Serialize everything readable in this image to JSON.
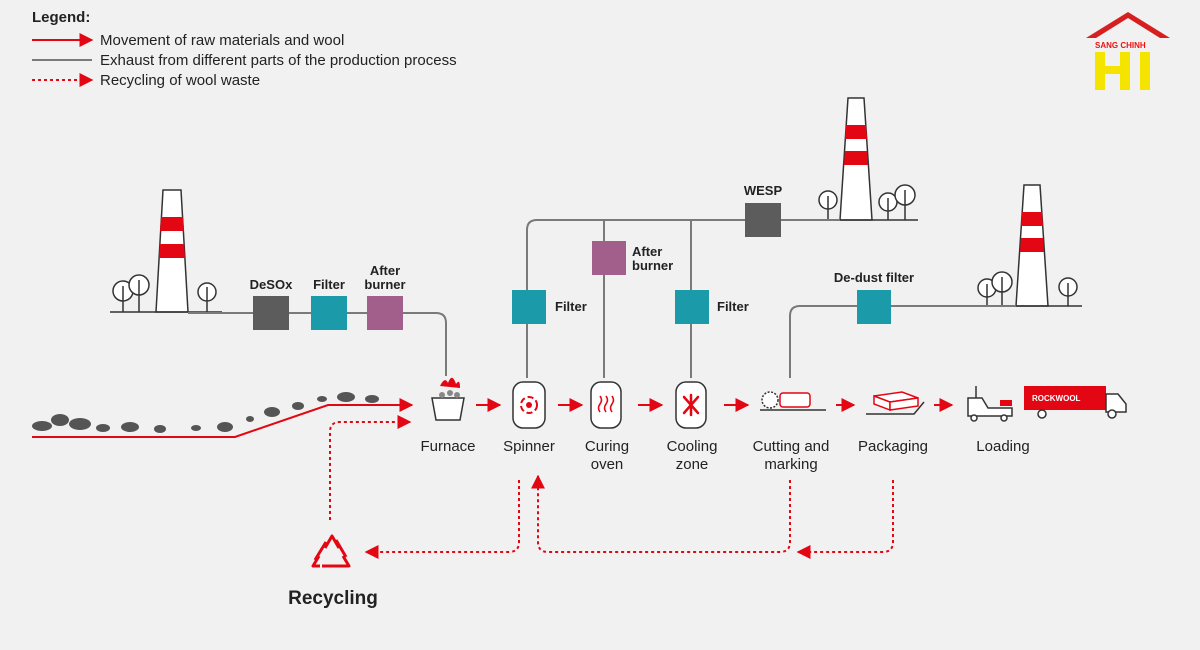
{
  "colors": {
    "red": "#e30613",
    "grey_line": "#7a7a7a",
    "teal": "#1b9aaa",
    "dark_grey_box": "#5c5c5c",
    "purple": "#a35f8c",
    "logo_yellow": "#f4e400"
  },
  "legend": {
    "title": "Legend:",
    "items": [
      {
        "label": "Movement of raw materials and wool",
        "style": "red-arrow"
      },
      {
        "label": "Exhaust from different parts of the production process",
        "style": "grey-line"
      },
      {
        "label": "Recycling of wool waste",
        "style": "red-dotted-arrow"
      }
    ]
  },
  "steps": {
    "furnace": {
      "label": "Furnace",
      "icon": "furnace-icon"
    },
    "spinner": {
      "label": "Spinner",
      "icon": "spinner-icon"
    },
    "curing": {
      "line1": "Curing",
      "line2": "oven",
      "icon": "heat-icon"
    },
    "cooling": {
      "line1": "Cooling",
      "line2": "zone",
      "icon": "fan-icon"
    },
    "cutting": {
      "line1": "Cutting and",
      "line2": "marking",
      "icon": "saw-icon"
    },
    "packaging": {
      "label": "Packaging",
      "icon": "package-icon"
    },
    "loading": {
      "label": "Loading",
      "icon": "truck-icon"
    }
  },
  "exhaust_boxes": {
    "desox": "DeSOx",
    "filter1": "Filter",
    "afterburner1_l1": "After",
    "afterburner1_l2": "burner",
    "filter2": "Filter",
    "afterburner2_l1": "After",
    "afterburner2_l2": "burner",
    "filter3": "Filter",
    "wesp": "WESP",
    "dedust": "De-dust filter"
  },
  "recycling": {
    "label": "Recycling",
    "icon": "recycle-icon"
  },
  "brand_on_truck": "ROCKWOOL",
  "logo": {
    "text": "SANG CHINH",
    "icon": "house-logo-icon"
  }
}
